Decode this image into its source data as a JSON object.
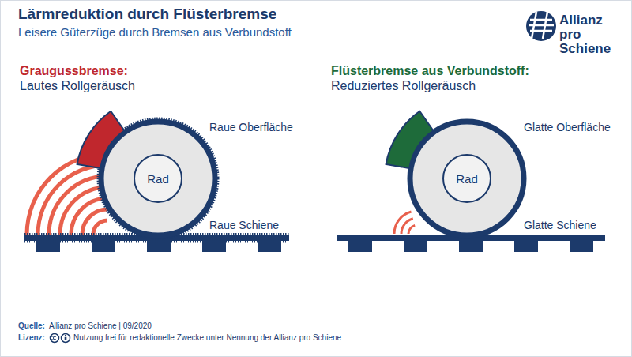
{
  "diagram": {
    "title": "Lärmreduktion durch Flüsterbremse",
    "nodes": [
      {
        "text": [
          "Rad"
        ]
      },
      {
        "text": [
          "Rad"
        ]
      }
    ],
    "labels": [
      "Leisere Güterzüge durch Bremsen aus Verbundstoff",
      "Allianz pro Schiene",
      "Graugussbremse:",
      "Lautes Rollgeräusch",
      "Raue Oberfläche",
      "Raue Schiene",
      "Flüsterbremse aus Verbundstoff:",
      "Reduziertes Rollgeräusch",
      "Glatte Oberfläche",
      "Glatte Schiene",
      "Quelle:",
      "Allianz pro Schiene | 09/2020",
      "Lizenz:",
      "Nutzung frei für redaktionelle Zwecke unter Nennung der Allianz pro Schiene"
    ]
  }
}
